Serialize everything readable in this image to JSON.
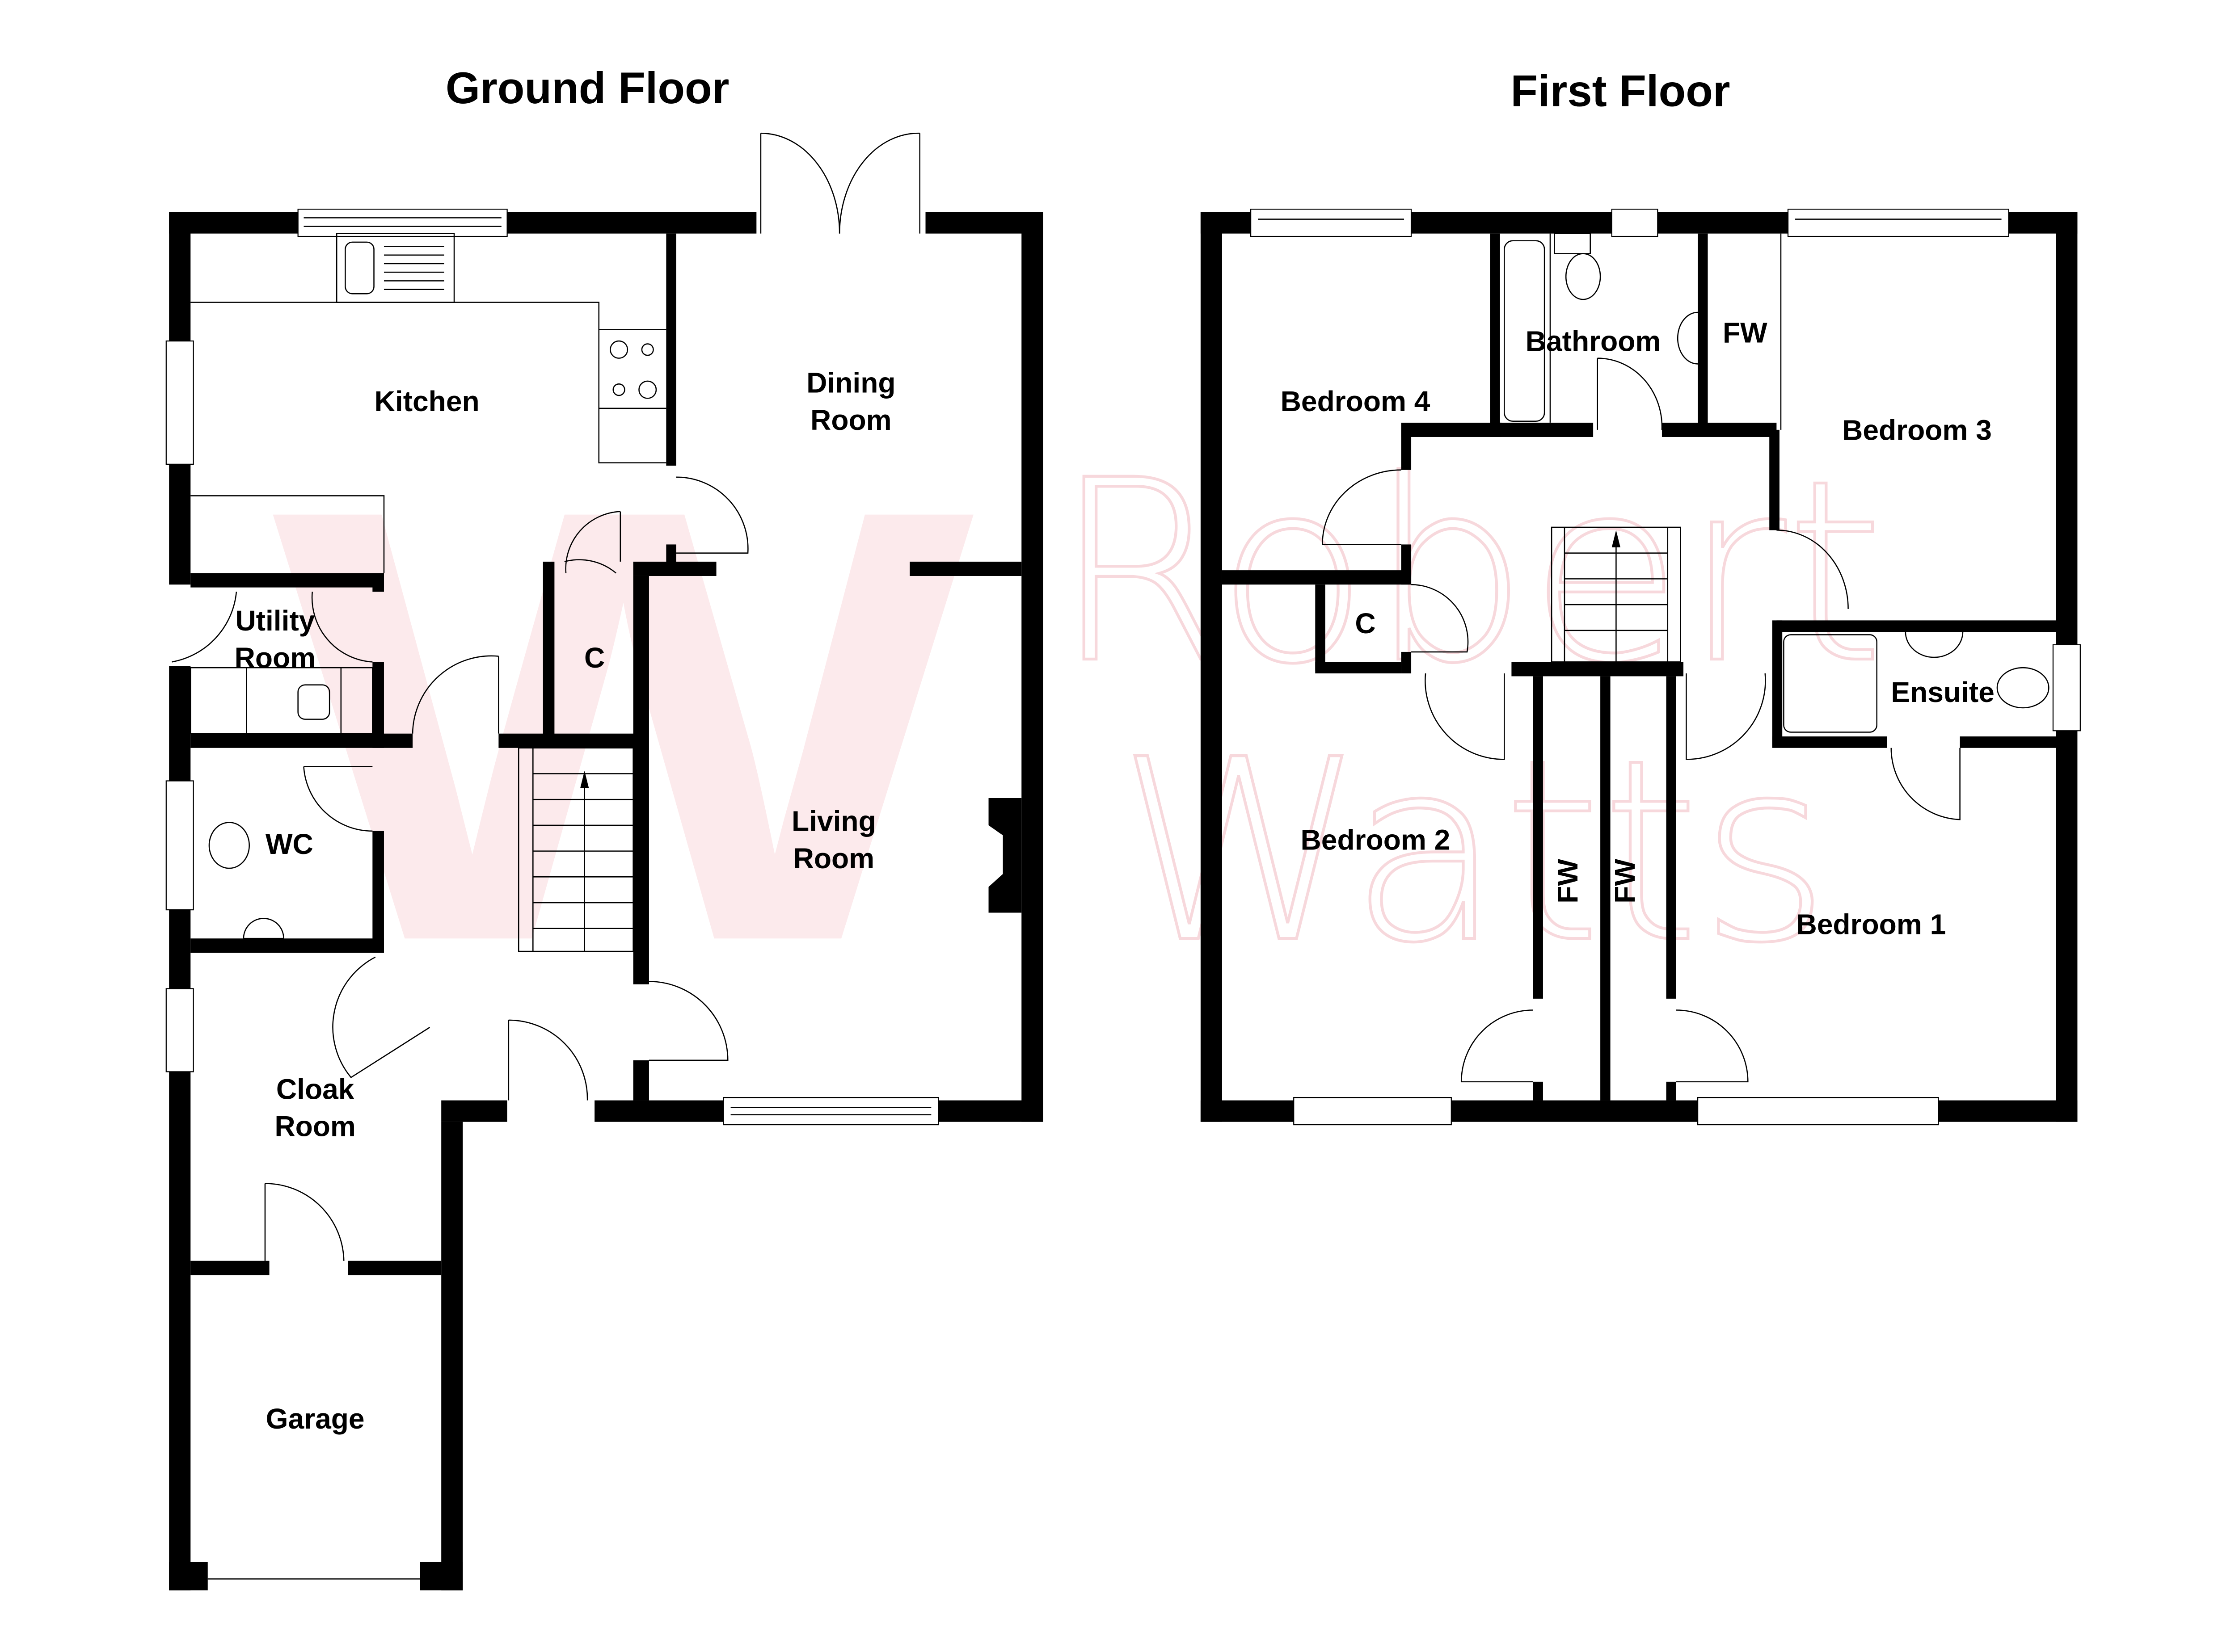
{
  "colors": {
    "walls": "#000000",
    "background": "#ffffff",
    "watermark": "#fbe3e6"
  },
  "watermark": {
    "logo_letter": "W",
    "brand_line1": "Robert",
    "brand_line2": "Watts"
  },
  "ground_floor": {
    "title": "Ground Floor",
    "rooms": {
      "kitchen": "Kitchen",
      "dining_room_line1": "Dining",
      "dining_room_line2": "Room",
      "utility_room_line1": "Utility",
      "utility_room_line2": "Room",
      "cupboard": "C",
      "wc": "WC",
      "living_room_line1": "Living",
      "living_room_line2": "Room",
      "cloak_room_line1": "Cloak",
      "cloak_room_line2": "Room",
      "garage": "Garage"
    }
  },
  "first_floor": {
    "title": "First Floor",
    "rooms": {
      "bedroom_4": "Bedroom 4",
      "bathroom": "Bathroom",
      "fitted_wardrobe_top": "FW",
      "bedroom_3": "Bedroom 3",
      "cupboard": "C",
      "ensuite": "Ensuite",
      "bedroom_2": "Bedroom 2",
      "fitted_wardrobe_left": "FW",
      "fitted_wardrobe_right": "FW",
      "bedroom_1": "Bedroom 1"
    }
  }
}
